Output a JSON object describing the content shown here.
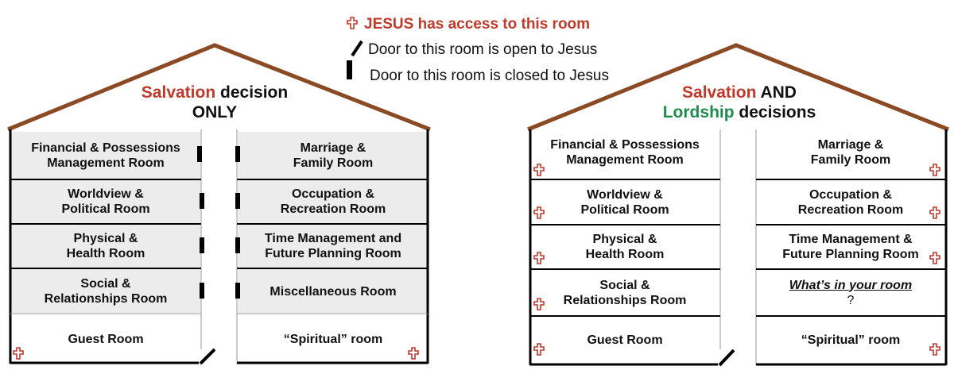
{
  "legend": {
    "access": "JESUS has access to this room",
    "open": "Door to this room is open to Jesus",
    "closed": "Door to this room is closed to Jesus"
  },
  "house_left": {
    "title_part1": "Salvation",
    "title_part2": " decision",
    "title_line2": "ONLY",
    "rooms": {
      "financial_l1": "Financial & Possessions",
      "financial_l2": "Management Room",
      "marriage_l1": "Marriage &",
      "marriage_l2": "Family Room",
      "worldview_l1": "Worldview &",
      "worldview_l2": "Political Room",
      "occupation_l1": "Occupation &",
      "occupation_l2": "Recreation Room",
      "physical_l1": "Physical &",
      "physical_l2": "Health Room",
      "time_l1": "Time Management and",
      "time_l2": "Future Planning Room",
      "social_l1": "Social &",
      "social_l2": "Relationships Room",
      "misc": "Miscellaneous Room",
      "guest": "Guest Room",
      "spiritual": "“Spiritual” room"
    }
  },
  "house_right": {
    "title_part1": "Salvation",
    "title_part2": " AND",
    "title_line2_part1": "Lordship",
    "title_line2_part2": " decisions",
    "rooms": {
      "financial_l1": "Financial & Possessions",
      "financial_l2": "Management Room",
      "marriage_l1": "Marriage &",
      "marriage_l2": "Family Room",
      "worldview_l1": "Worldview &",
      "worldview_l2": "Political Room",
      "occupation_l1": "Occupation &",
      "occupation_l2": "Recreation Room",
      "physical_l1": "Physical &",
      "physical_l2": "Health Room",
      "time_l1": "Time Management &",
      "time_l2": "Future Planning Room",
      "social_l1": "Social &",
      "social_l2": "Relationships Room",
      "whats_in": "What’s in your room",
      "whats_q": "?",
      "guest": "Guest Room",
      "spiritual": "“Spiritual” room"
    }
  },
  "colors": {
    "red": "#c0392b",
    "green": "#1e8c4e",
    "roof": "#8b4a24",
    "room_fill": "#ececec"
  },
  "icons": {
    "cross": "cross-icon",
    "open_door": "open-door-icon",
    "closed_door": "closed-door-icon"
  }
}
